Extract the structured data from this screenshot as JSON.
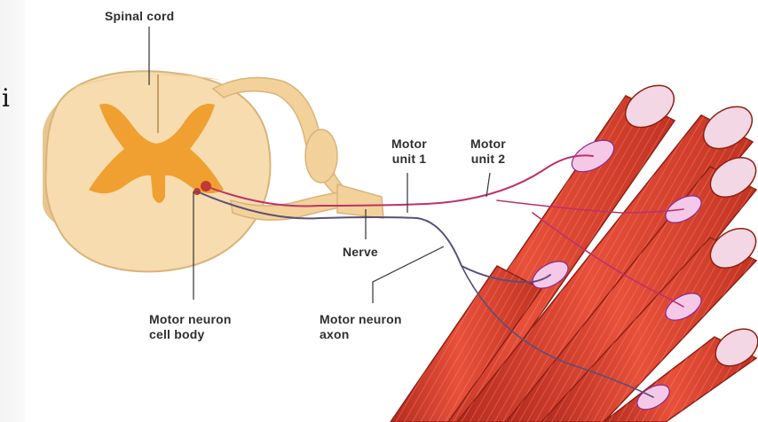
{
  "diagram": {
    "labels": {
      "spinal_cord": "Spinal cord",
      "motor_unit_1": [
        "Motor",
        "unit 1"
      ],
      "motor_unit_2": [
        "Motor",
        "unit 2"
      ],
      "nerve": "Nerve",
      "motor_neuron_cell_body": [
        "Motor neuron",
        "cell body"
      ],
      "motor_neuron_axon": [
        "Motor neuron",
        "axon"
      ]
    },
    "side_glyph": "i",
    "colors": {
      "cord_outer": "#f6dcae",
      "grey_matter": "#f0a030",
      "muscle": "#e2402c",
      "muscle_dark": "#b52a1e",
      "unit1_axon": "#5b4e7a",
      "unit2_axon": "#c0306a",
      "nucleus": "#8a2a8a",
      "label_text": "#2f2f2f"
    }
  }
}
